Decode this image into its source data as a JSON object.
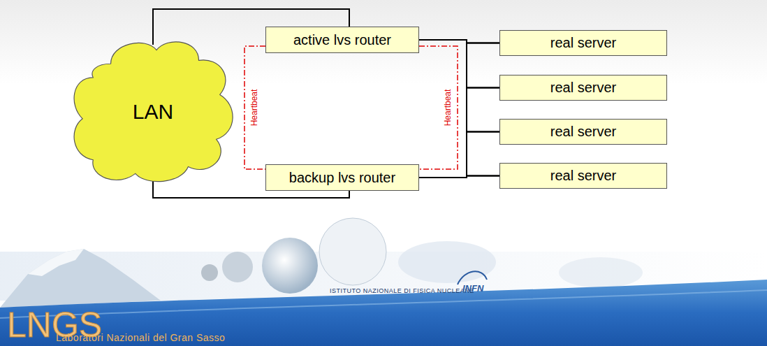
{
  "diagram": {
    "nodes": [
      {
        "text": [
          "LAN"
        ]
      },
      {
        "text": [
          "active lvs router"
        ]
      },
      {
        "text": [
          "backup lvs router"
        ]
      },
      {
        "text": [
          "real server"
        ]
      },
      {
        "text": [
          "real server"
        ]
      },
      {
        "text": [
          "real server"
        ]
      },
      {
        "text": [
          "real server"
        ]
      }
    ],
    "edges": [
      {
        "from": 0,
        "to": 1,
        "arrow": "none"
      },
      {
        "from": 0,
        "to": 2,
        "arrow": "none"
      },
      {
        "from": 1,
        "to": 2,
        "label": "Heartbeat",
        "arrow": "none"
      },
      {
        "from": 1,
        "to": 2,
        "label": "Heartbeat",
        "arrow": "none"
      },
      {
        "from": 1,
        "to": 3,
        "arrow": "none"
      },
      {
        "from": 1,
        "to": 4,
        "arrow": "none"
      },
      {
        "from": 1,
        "to": 5,
        "arrow": "none"
      },
      {
        "from": 1,
        "to": 6,
        "arrow": "none"
      },
      {
        "from": 2,
        "to": 3,
        "arrow": "none"
      },
      {
        "from": 2,
        "to": 4,
        "arrow": "none"
      },
      {
        "from": 2,
        "to": 5,
        "arrow": "none"
      },
      {
        "from": 2,
        "to": 6,
        "arrow": "none"
      }
    ],
    "labels": [
      "ISTITUTO NAZIONALE DI FISICA NUCLEARE",
      "INFN",
      "LNGS",
      "Laboratori Nazionali del Gran Sasso"
    ]
  }
}
